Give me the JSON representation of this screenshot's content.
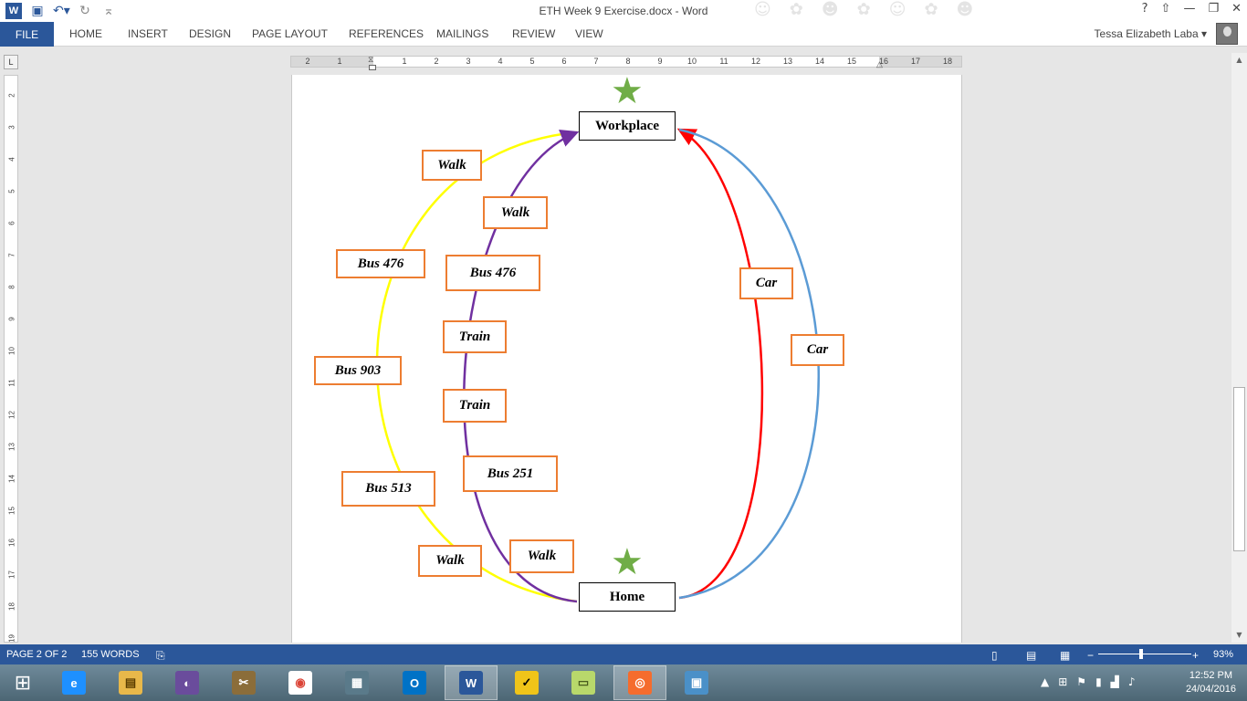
{
  "window": {
    "title": "ETH Week 9 Exercise.docx - Word",
    "controls": {
      "help": "?",
      "ribbon_display": "⇧",
      "minimize": "—",
      "restore": "❐",
      "close": "✕"
    }
  },
  "qat": {
    "save_icon": "floppy-disk-icon",
    "undo_icon": "undo-icon",
    "redo_icon": "redo-icon"
  },
  "ribbon": {
    "file_tab": "FILE",
    "tabs": [
      "HOME",
      "INSERT",
      "DESIGN",
      "PAGE LAYOUT",
      "REFERENCES",
      "MAILINGS",
      "REVIEW",
      "VIEW"
    ],
    "user_name": "Tessa Elizabeth Laba",
    "user_dropdown": "▾"
  },
  "ruler": {
    "corner": "L",
    "h_numbers": [
      "2",
      "1",
      "1",
      "2",
      "3",
      "4",
      "5",
      "6",
      "7",
      "8",
      "9",
      "10",
      "11",
      "12",
      "13",
      "14",
      "15",
      "16",
      "17",
      "18"
    ],
    "v_numbers": [
      "2",
      "3",
      "4",
      "5",
      "6",
      "7",
      "8",
      "9",
      "10",
      "11",
      "12",
      "13",
      "14",
      "15",
      "16",
      "17",
      "18",
      "19"
    ]
  },
  "diagram": {
    "places": {
      "workplace": "Workplace",
      "home": "Home"
    },
    "labels": {
      "yellow_walk_top": "Walk",
      "yellow_bus476": "Bus 476",
      "yellow_bus903": "Bus 903",
      "yellow_bus513": "Bus 513",
      "yellow_walk_bottom": "Walk",
      "purple_walk_top": "Walk",
      "purple_bus476": "Bus 476",
      "purple_train1": "Train",
      "purple_train2": "Train",
      "purple_bus251": "Bus 251",
      "purple_walk_bottom": "Walk",
      "red_car": "Car",
      "blue_car": "Car"
    },
    "colors": {
      "yellow": "#ffff00",
      "purple": "#7030a0",
      "red": "#ff0000",
      "blue": "#5b9bd5",
      "label_border": "#ed7d31",
      "star": "#70ad47"
    }
  },
  "status": {
    "page": "PAGE 2 OF 2",
    "words": "155 WORDS",
    "zoom_minus": "−",
    "zoom_plus": "+",
    "zoom": "93%"
  },
  "taskbar": {
    "apps": [
      {
        "name": "internet-explorer",
        "glyph": "e"
      },
      {
        "name": "file-explorer",
        "glyph": "▤"
      },
      {
        "name": "picasa",
        "glyph": "◐"
      },
      {
        "name": "tool-app",
        "glyph": "✂"
      },
      {
        "name": "chrome",
        "glyph": "◉"
      },
      {
        "name": "calculator",
        "glyph": "▦"
      },
      {
        "name": "outlook",
        "glyph": "O"
      },
      {
        "name": "word",
        "glyph": "W"
      },
      {
        "name": "norton",
        "glyph": "✓"
      },
      {
        "name": "sticky-notes",
        "glyph": "▭"
      },
      {
        "name": "origin",
        "glyph": "◎"
      },
      {
        "name": "control-panel",
        "glyph": "▣"
      }
    ],
    "time": "12:52 PM",
    "date": "24/04/2016"
  }
}
